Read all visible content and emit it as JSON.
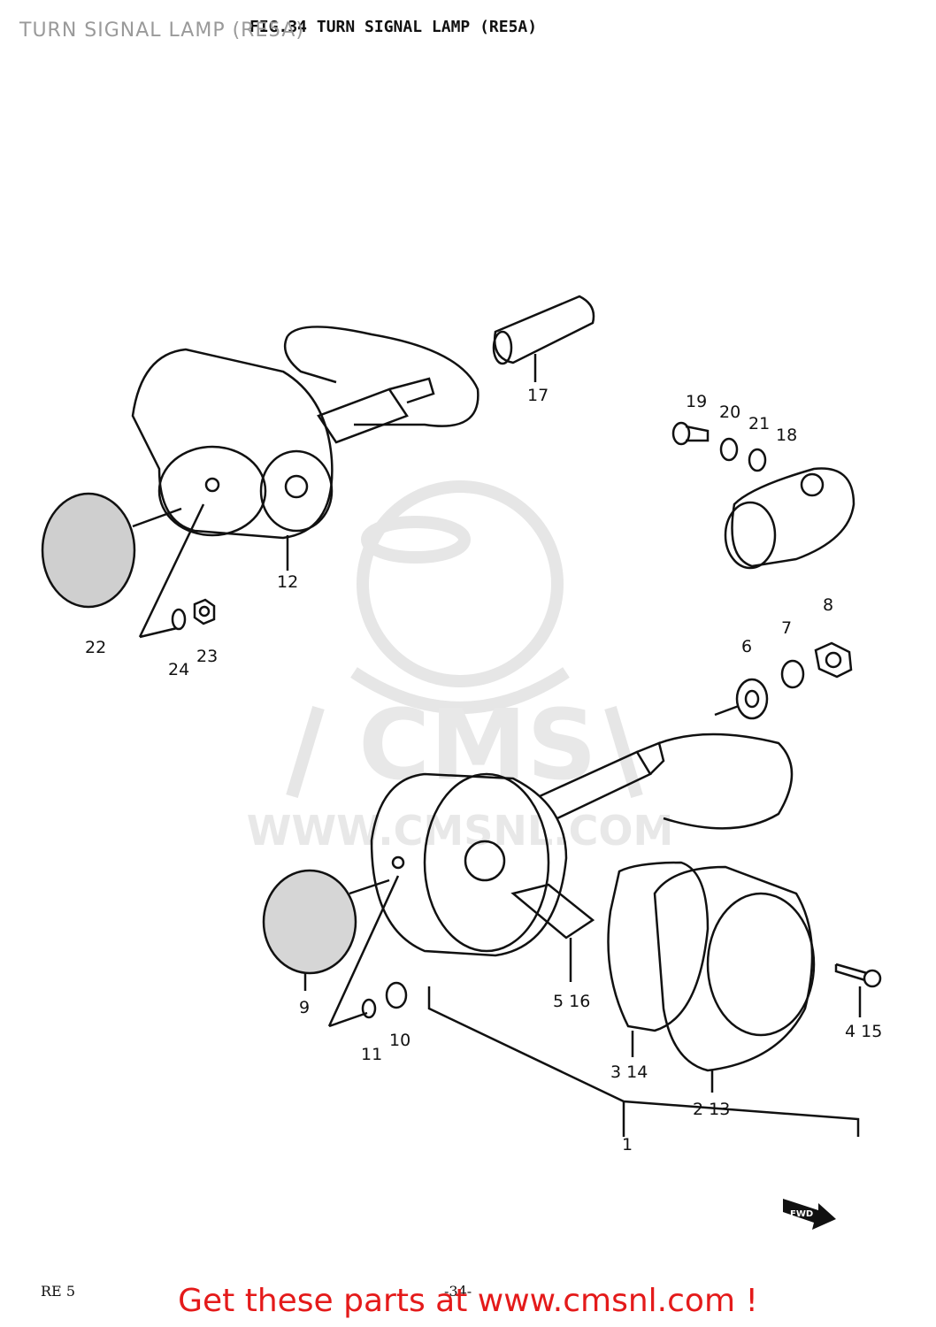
{
  "header": {
    "overlay_title": "TURN SIGNAL LAMP (RE5A)",
    "figure_title": "FIG.34 TURN SIGNAL LAMP (RE5A)"
  },
  "watermark": {
    "logo_text": "CMS",
    "url_text": "WWW.CMSNL.COM"
  },
  "callouts": [
    "1",
    "2 13",
    "3 14",
    "4 15",
    "5 16",
    "6",
    "7",
    "8",
    "9",
    "10",
    "11",
    "12",
    "17",
    "18",
    "19",
    "20",
    "21",
    "22",
    "23",
    "24"
  ],
  "direction_marker": "FWD",
  "footer": {
    "model_code": "RE 5",
    "page_number": "-34-",
    "banner": "Get these parts at www.cmsnl.com !"
  },
  "colors": {
    "ink": "#111111",
    "watermark": "#e6e6e6",
    "banner": "#e41a1a",
    "overlay_title": "#9a9a9a"
  }
}
